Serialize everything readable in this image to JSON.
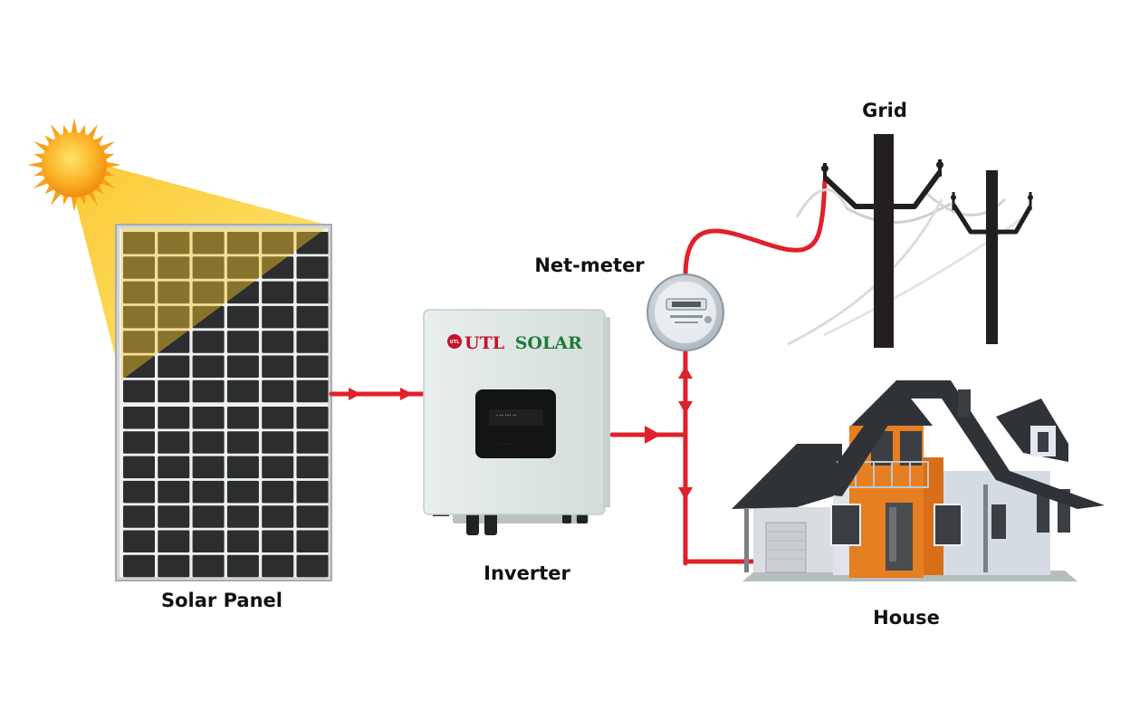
{
  "labels": {
    "solar_panel": "Solar Panel",
    "inverter": "Inverter",
    "net_meter": "Net-meter",
    "grid": "Grid",
    "house": "House"
  },
  "inverter_brand": {
    "logo_mark": "UTL",
    "utl": "UTL",
    "solar": "SOLAR"
  },
  "icons": [
    "sun-icon",
    "solar-panel-icon",
    "inverter-icon",
    "net-meter-icon",
    "utility-pole-icon",
    "house-icon",
    "flow-arrow-icon"
  ],
  "colors": {
    "wire": "#e0202a",
    "sun": "#f7a21b",
    "sunbeam": "#fbd23a",
    "panel_cell": "#2b2d2f",
    "panel_frame": "#c9cbcd",
    "inverter_body": "#dfe8e6",
    "brand_red": "#c8102e",
    "brand_green": "#1f7a3a",
    "house_orange": "#e67e22",
    "roof": "#2f3338"
  }
}
